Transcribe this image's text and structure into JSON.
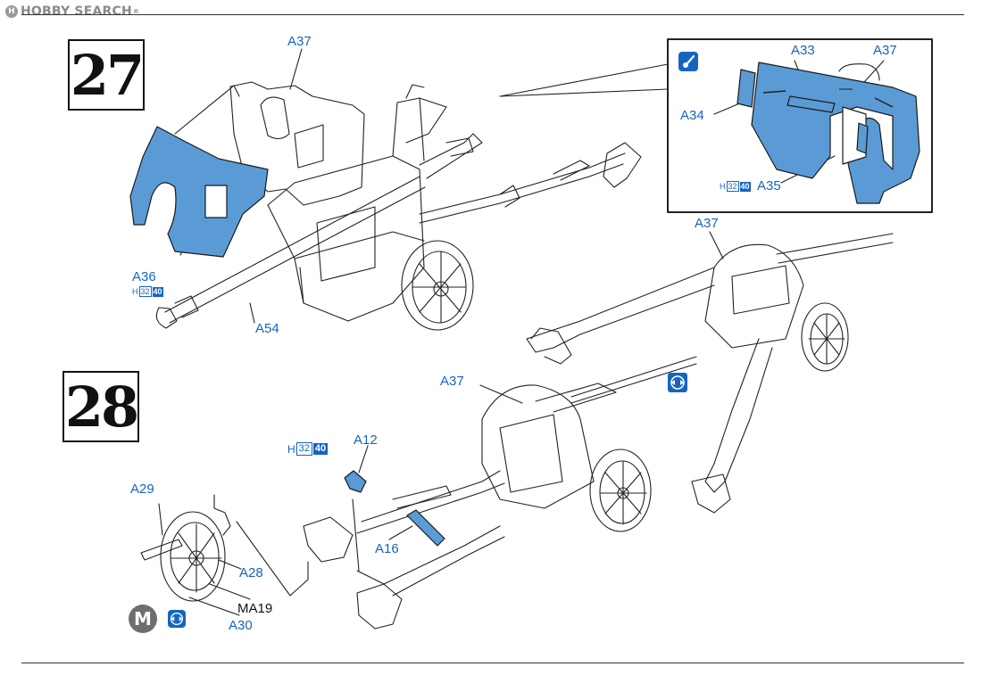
{
  "watermark": {
    "text": "HOBBY SEARCH",
    "logo_char": "H",
    "reg": "®"
  },
  "steps": {
    "step27": "27",
    "step28": "28"
  },
  "colors": {
    "part_fill": "#5b9bd5",
    "label_blue": "#1565c0",
    "line": "#222222"
  },
  "icons": {
    "paint_icon": "brush-icon",
    "both_sides_icon": "both-sides-arrows-icon"
  },
  "badge_h": {
    "h": "H",
    "n32": "32",
    "n40": "40"
  },
  "step27_labels": {
    "a37": "A37",
    "a36": "A36",
    "a54": "A54"
  },
  "detail_labels": {
    "a33": "A33",
    "a37": "A37",
    "a34": "A34",
    "a35": "A35"
  },
  "step28_labels": {
    "a37_top_right": "A37",
    "a37_center": "A37",
    "a12": "A12",
    "a16": "A16",
    "a29": "A29",
    "a28": "A28",
    "ma19": "MA19",
    "a30": "A30",
    "m_badge": "M"
  }
}
